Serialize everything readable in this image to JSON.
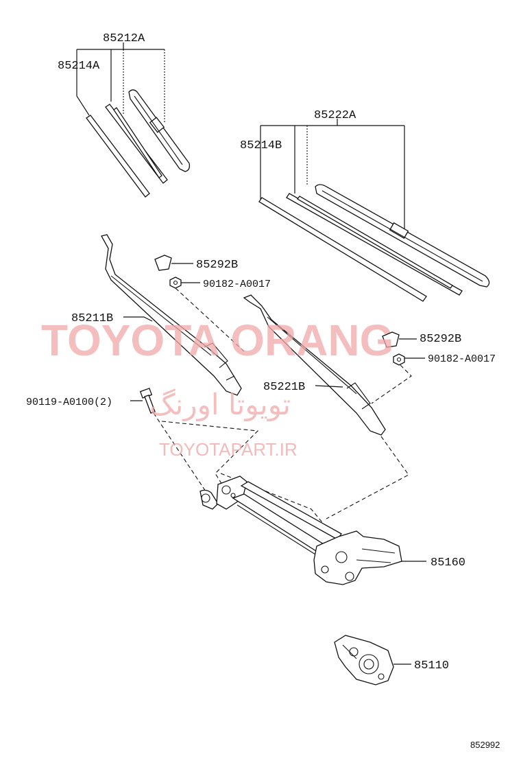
{
  "watermark": {
    "brand": "TOYOTA ORANG",
    "persian": "تویوتا اورنگ",
    "site": "TOYOTAPART.IR"
  },
  "labels": {
    "p85212A": "85212A",
    "p85214A": "85214A",
    "p85222A": "85222A",
    "p85214B": "85214B",
    "p85292B_1": "85292B",
    "p90182_1": "90182-A0017",
    "p85211B": "85211B",
    "p85292B_2": "85292B",
    "p90182_2": "90182-A0017",
    "p85221B": "85221B",
    "p90119": "90119-A0100(2)",
    "p85160": "85160",
    "p85110": "85110"
  },
  "diagram_ref": "852992"
}
